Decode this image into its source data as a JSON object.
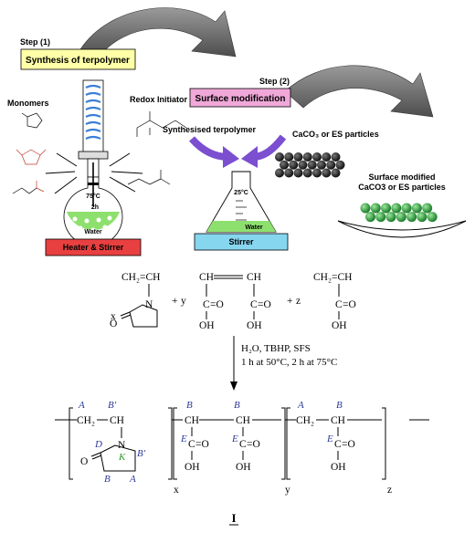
{
  "process": {
    "step1": "Step (1)",
    "synthesis": "Synthesis of terpolymer",
    "step2": "Step (2)",
    "surface": "Surface modification",
    "monomers": "Monomers",
    "initiator": "Redox Initiator",
    "temp": "75°C",
    "time": "2h",
    "water1": "Water",
    "heater": "Heater & Stirrer",
    "synthesised": "Synthesised terpolymer",
    "particles": "CaCO₃ or ES particles",
    "flask_temp": "25°C",
    "water2": "Water",
    "stirrer": "Stirrer",
    "modified1": "Surface modified",
    "modified2": "CaCO3 or ES particles"
  },
  "reaction": {
    "x": "x",
    "y": "y",
    "z": "z",
    "plus": "+",
    "ch2ch": "CH₂=CH",
    "n": "N",
    "o": "O",
    "ch": "CH",
    "c": "C",
    "eqo": "=O",
    "oh": "OH",
    "cond1": "H₂O, TBHP, SFS",
    "cond2": "1 h at 50°C, 2 h at 75°C"
  },
  "product": {
    "ch2": "CH₂",
    "ch": "CH",
    "c": "C",
    "eqo": "=O",
    "oh": "OH",
    "n": "N",
    "o": "O",
    "x": "x",
    "y": "y",
    "z": "z",
    "A": "A",
    "B": "B",
    "Bp": "B′",
    "D": "D",
    "E": "E",
    "K": "K",
    "label": "I"
  },
  "colors": {
    "arrow": "#6b6b6b",
    "yellow_box": "#ffffa8",
    "pink_box": "#f0a8d8",
    "heater": "#e84040",
    "stirrer": "#86d6f0",
    "green_liquid": "#8ee06e",
    "blue_arrow": "#7b4fd0",
    "dark_sphere": "#222222",
    "green_sphere": "#38b24a",
    "label_blue": "#2b3a97",
    "label_green": "#2e9a2e"
  }
}
